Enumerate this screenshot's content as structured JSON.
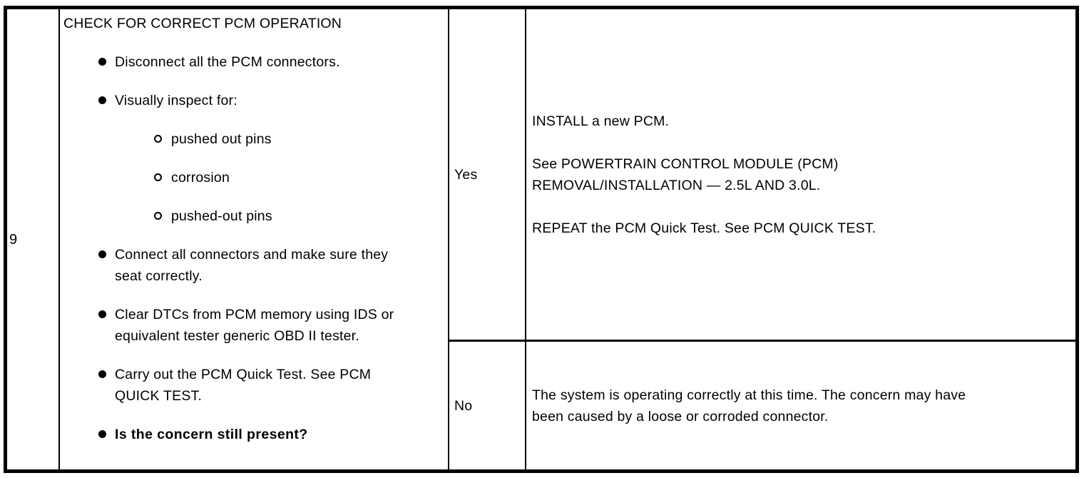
{
  "colors": {
    "ink": "#000000",
    "paper": "#ffffff"
  },
  "diagnostic_table": {
    "step_number": "9",
    "procedure": {
      "title": "CHECK FOR CORRECT PCM OPERATION",
      "items": [
        {
          "level": 1,
          "bold": false,
          "text": "Disconnect all the PCM connectors."
        },
        {
          "level": 1,
          "bold": false,
          "text": "Visually inspect for:"
        },
        {
          "level": 2,
          "bold": false,
          "text": "pushed out pins"
        },
        {
          "level": 2,
          "bold": false,
          "text": "corrosion"
        },
        {
          "level": 2,
          "bold": false,
          "text": "pushed-out pins"
        },
        {
          "level": 1,
          "bold": false,
          "text": "Connect all connectors and make sure they seat correctly."
        },
        {
          "level": 1,
          "bold": false,
          "text": "Clear DTCs from PCM memory using IDS or equivalent tester generic OBD II tester."
        },
        {
          "level": 1,
          "bold": false,
          "text": "Carry out the PCM Quick Test. See PCM QUICK TEST."
        },
        {
          "level": 1,
          "bold": true,
          "text": "Is the concern still present?"
        }
      ]
    },
    "outcomes": {
      "yes": {
        "answer_label": "Yes",
        "paragraphs": [
          "INSTALL a new PCM.",
          "See POWERTRAIN CONTROL MODULE (PCM) REMOVAL/INSTALLATION — 2.5L AND 3.0L.",
          "REPEAT the PCM Quick Test. See PCM QUICK TEST."
        ]
      },
      "no": {
        "answer_label": "No",
        "paragraphs": [
          "The system is operating correctly at this time. The concern may have been caused by a loose or corroded connector."
        ]
      }
    }
  }
}
